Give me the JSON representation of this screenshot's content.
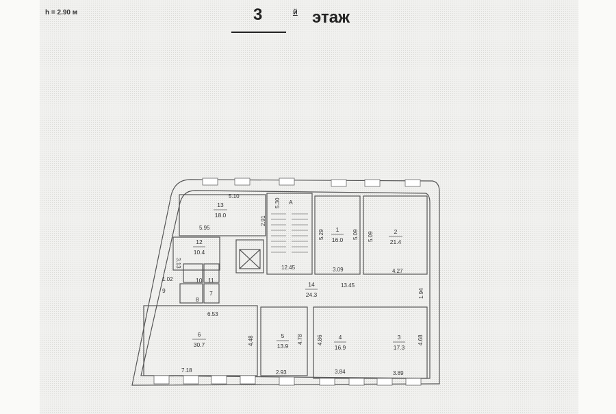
{
  "header": {
    "height_label": "h = 2.90 м",
    "floor_number": "3",
    "floor_suffix": "й",
    "floor_word": "этаж"
  },
  "rooms": [
    {
      "id": "13",
      "area": "18.0"
    },
    {
      "id": "12",
      "area": "10.4"
    },
    {
      "id": "1",
      "area": "16.0"
    },
    {
      "id": "2",
      "area": "21.4"
    },
    {
      "id": "14",
      "area": "24.3"
    },
    {
      "id": "6",
      "area": "30.7"
    },
    {
      "id": "5",
      "area": "13.9"
    },
    {
      "id": "4",
      "area": "16.9"
    },
    {
      "id": "3",
      "area": "17.3"
    },
    {
      "id": "7"
    },
    {
      "id": "8"
    },
    {
      "id": "9"
    },
    {
      "id": "10"
    },
    {
      "id": "11"
    }
  ],
  "stair_label": "А",
  "dimensions": {
    "r13_top": "5.10",
    "r13_bottom": "5.95",
    "r13_side": "2.91",
    "stair_side": "5.30",
    "stair_bottom": "12.45",
    "r12_side": "3.13",
    "r9_width": "1.02",
    "r1_left": "5.29",
    "r1_right": "5.09",
    "r1_bottom": "3.09",
    "r2_left": "5.09",
    "r2_bottom": "4.27",
    "corridor_len": "13.45",
    "corridor_width": "1.94",
    "r6_top": "6.53",
    "r6_side": "4.48",
    "r6_bottom": "7.18",
    "r5_side": "4.78",
    "r5_bottom": "2.93",
    "r4_side": "4.86",
    "r4_bottom": "3.84",
    "r3_side": "4.68",
    "r3_bottom": "3.89"
  }
}
